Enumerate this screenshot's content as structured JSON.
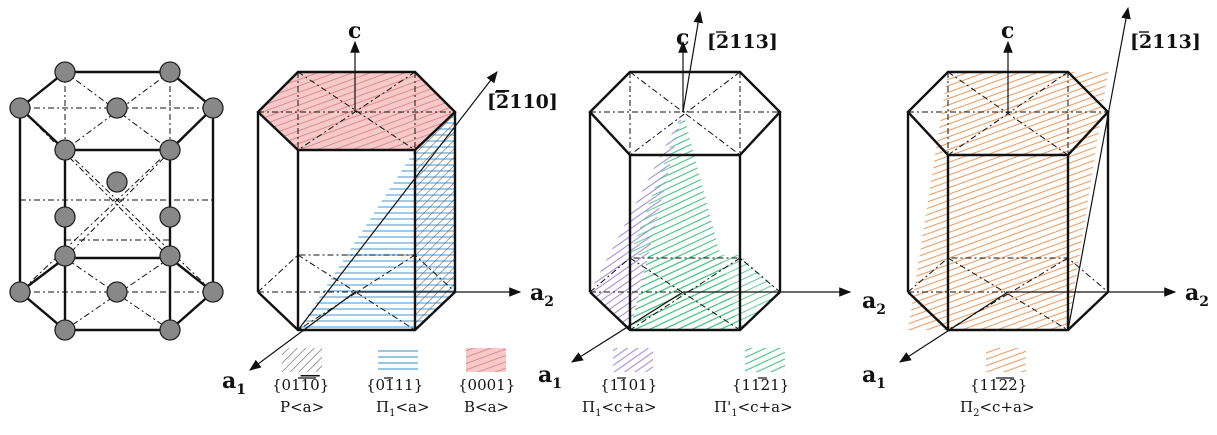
{
  "colors": {
    "prismatic": "#555555",
    "pyramidal1": "#4f9bd6",
    "basal": "#e08b8b",
    "pyramidal1_c_a": "#a58fd6",
    "pyramidal1_prime": "#4dbf86",
    "pyramidal2": "#e8a06a"
  },
  "panel2": {
    "axis_c": "c",
    "axis_a1": "a",
    "axis_a1_sub": "1",
    "axis_a2": "a",
    "axis_a2_sub": "2",
    "direction_bar": "2",
    "direction_rest": "110",
    "legend": [
      {
        "plane_pre": "{01",
        "plane_bar": "10",
        "plane_post": "}",
        "system": "P<a>"
      },
      {
        "plane_pre": "{0",
        "plane_bar": "1",
        "plane_post": "11}",
        "system_pre": "Π",
        "system_sub": "1",
        "system_post": "<a>"
      },
      {
        "plane": "{0001}",
        "system": "B<a>"
      }
    ]
  },
  "panel3": {
    "axis_c": "c",
    "axis_a1": "a",
    "axis_a1_sub": "1",
    "axis_a2": "a",
    "axis_a2_sub": "2",
    "direction_bar": "2",
    "direction_rest": "113",
    "legend": [
      {
        "plane_pre": "{1",
        "plane_bar": "1",
        "plane_post": "01}",
        "system_pre": "Π",
        "system_sub": "1",
        "system_post": "<c+a>"
      },
      {
        "plane_pre": "{11",
        "plane_bar": "2",
        "plane_post": "1}",
        "system_pre": "Π'",
        "system_sub": "1",
        "system_post": "<c+a>"
      }
    ]
  },
  "panel4": {
    "axis_c": "c",
    "axis_a1": "a",
    "axis_a1_sub": "1",
    "axis_a2": "a",
    "axis_a2_sub": "2",
    "direction_bar": "2",
    "direction_rest": "113",
    "legend": [
      {
        "plane_pre": "{11",
        "plane_bar": "2",
        "plane_mid": "2",
        "plane_post": "}",
        "system_pre": "Π",
        "system_sub": "2",
        "system_post": "<c+a>"
      }
    ]
  }
}
